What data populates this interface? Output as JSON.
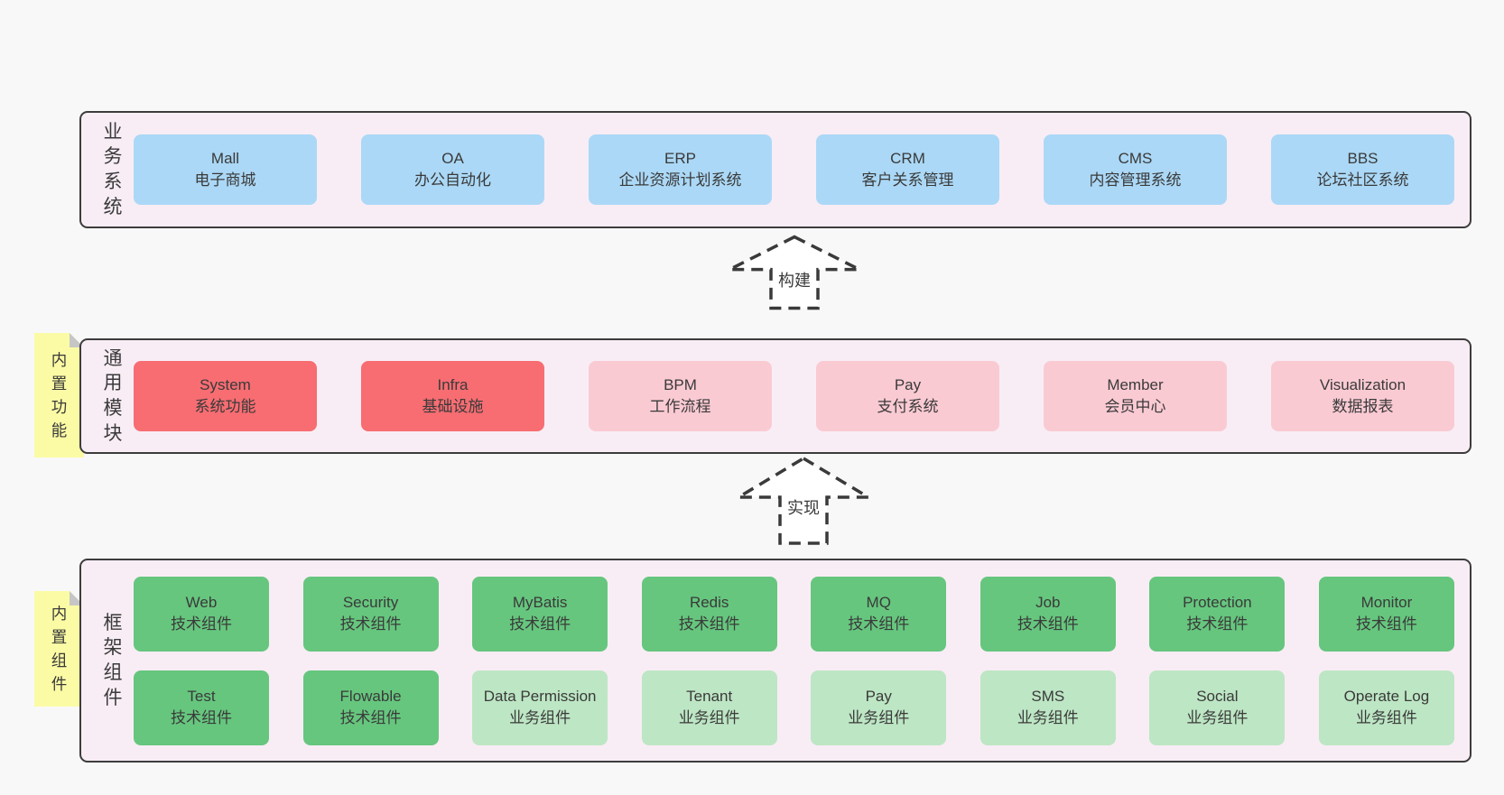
{
  "colors": {
    "page-bg": "#f8f8f8",
    "band-bg": "#f8edf5",
    "band-border": "#3c3c3c",
    "text": "#3a3a3a",
    "blue": "#abd8f6",
    "red": "#f76d72",
    "pink": "#facad3",
    "green": "#66c67e",
    "green-light": "#bde6c4",
    "yellow": "#fbfba5",
    "fold": "#c6c6c6",
    "arrow": "#3a3a3a"
  },
  "arrows": [
    {
      "label": "构建"
    },
    {
      "label": "实现"
    }
  ],
  "notes": [
    {
      "label": "内\n置\n功\n能"
    },
    {
      "label": "内\n置\n组\n件"
    }
  ],
  "bands": [
    {
      "label": "业\n务\n系\n统",
      "boxes": [
        {
          "title": "Mall",
          "subtitle": "电子商城",
          "tone": "blue"
        },
        {
          "title": "OA",
          "subtitle": "办公自动化",
          "tone": "blue"
        },
        {
          "title": "ERP",
          "subtitle": "企业资源计划系统",
          "tone": "blue"
        },
        {
          "title": "CRM",
          "subtitle": "客户关系管理",
          "tone": "blue"
        },
        {
          "title": "CMS",
          "subtitle": "内容管理系统",
          "tone": "blue"
        },
        {
          "title": "BBS",
          "subtitle": "论坛社区系统",
          "tone": "blue"
        }
      ]
    },
    {
      "label": "通\n用\n模\n块",
      "boxes": [
        {
          "title": "System",
          "subtitle": "系统功能",
          "tone": "red"
        },
        {
          "title": "Infra",
          "subtitle": "基础设施",
          "tone": "red"
        },
        {
          "title": "BPM",
          "subtitle": "工作流程",
          "tone": "pink"
        },
        {
          "title": "Pay",
          "subtitle": "支付系统",
          "tone": "pink"
        },
        {
          "title": "Member",
          "subtitle": "会员中心",
          "tone": "pink"
        },
        {
          "title": "Visualization",
          "subtitle": "数据报表",
          "tone": "pink"
        }
      ]
    },
    {
      "label": "框\n架\n组\n件",
      "boxes": [
        {
          "title": "Web",
          "subtitle": "技术组件",
          "tone": "green"
        },
        {
          "title": "Security",
          "subtitle": "技术组件",
          "tone": "green"
        },
        {
          "title": "MyBatis",
          "subtitle": "技术组件",
          "tone": "green"
        },
        {
          "title": "Redis",
          "subtitle": "技术组件",
          "tone": "green"
        },
        {
          "title": "MQ",
          "subtitle": "技术组件",
          "tone": "green"
        },
        {
          "title": "Job",
          "subtitle": "技术组件",
          "tone": "green"
        },
        {
          "title": "Protection",
          "subtitle": "技术组件",
          "tone": "green"
        },
        {
          "title": "Monitor",
          "subtitle": "技术组件",
          "tone": "green"
        },
        {
          "title": "Test",
          "subtitle": "技术组件",
          "tone": "green"
        },
        {
          "title": "Flowable",
          "subtitle": "技术组件",
          "tone": "green"
        },
        {
          "title": "Data Permission",
          "subtitle": "业务组件",
          "tone": "green-light"
        },
        {
          "title": "Tenant",
          "subtitle": "业务组件",
          "tone": "green-light"
        },
        {
          "title": "Pay",
          "subtitle": "业务组件",
          "tone": "green-light"
        },
        {
          "title": "SMS",
          "subtitle": "业务组件",
          "tone": "green-light"
        },
        {
          "title": "Social",
          "subtitle": "业务组件",
          "tone": "green-light"
        },
        {
          "title": "Operate Log",
          "subtitle": "业务组件",
          "tone": "green-light"
        }
      ]
    }
  ]
}
